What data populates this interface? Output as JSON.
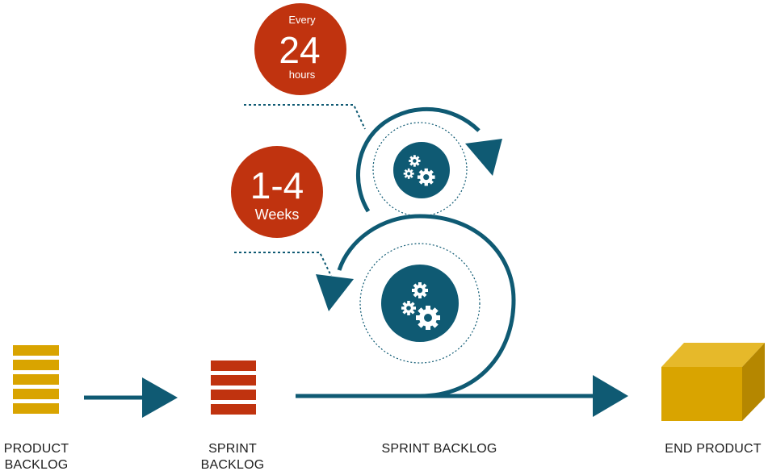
{
  "colors": {
    "teal": "#0f5a73",
    "red": "#c0330f",
    "gold": "#d9a400",
    "gold_dark": "#b58700",
    "gold_light": "#e6b92a",
    "text": "#1c1c1c"
  },
  "daily_badge": {
    "line1": "Every",
    "line2": "24",
    "line3": "hours"
  },
  "sprint_badge": {
    "line1": "1-4",
    "line2": "Weeks"
  },
  "labels": {
    "product_backlog_1": "PRODUCT",
    "product_backlog_2": "BACKLOG",
    "sprint_backlog_1": "SPRINT",
    "sprint_backlog_2": "BACKLOG",
    "sprint_backlog_main": "SPRINT BACKLOG",
    "end_product": "END PRODUCT"
  },
  "icons": {
    "small_gears": "gears-icon",
    "large_gears": "gears-icon",
    "end_product": "box-icon"
  }
}
